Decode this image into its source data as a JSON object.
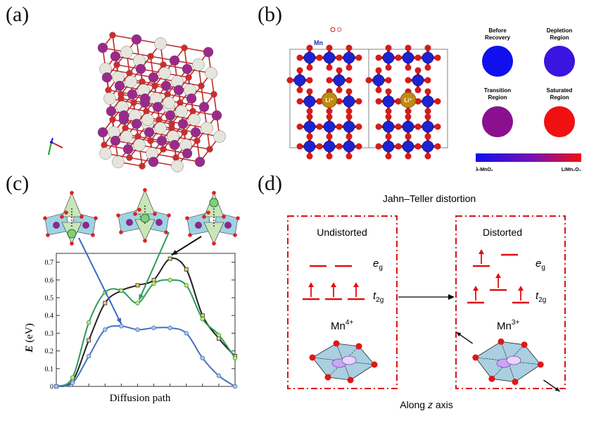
{
  "panels": {
    "a": {
      "label": "(a)"
    },
    "b": {
      "label": "(b)",
      "mn_label": "Mn",
      "o_label": "O",
      "li_label": "Li⁺",
      "states": [
        {
          "line1": "Before",
          "line2": "Recovery",
          "color": "#1010ee"
        },
        {
          "line1": "Depletion",
          "line2": "Region",
          "color": "#3a14e0"
        },
        {
          "line1": "Transition",
          "line2": "Region",
          "color": "#8a1090"
        },
        {
          "line1": "Saturated",
          "line2": "Region",
          "color": "#f01010"
        }
      ],
      "colorbar_left": "λ-MnO₂",
      "colorbar_right": "LiMn₂O₄",
      "colorbar_start": "#1010ee",
      "colorbar_end": "#f01010"
    },
    "c": {
      "label": "(c)",
      "xlabel": "Diffusion path",
      "ylabel_italic": "E",
      "ylabel_unit": "(eV)"
    },
    "d": {
      "label": "(d)",
      "title": "Jahn–Teller distortion",
      "bottom_prefix": "Along ",
      "bottom_axis": "z",
      "bottom_suffix": " axis",
      "left_box": {
        "title": "Undistorted",
        "eg": "e",
        "eg_sub": "g",
        "t2g": "t",
        "t2g_sub": "2g",
        "ion": "Mn",
        "ion_sup": "4+"
      },
      "right_box": {
        "title": "Distorted",
        "eg": "e",
        "eg_sub": "g",
        "t2g": "t",
        "t2g_sub": "2g",
        "ion": "Mn",
        "ion_sup": "3+"
      },
      "accent": "#e01010"
    }
  },
  "chart_data": {
    "type": "line",
    "xlabel": "Diffusion path",
    "ylabel": "E (eV)",
    "ylim": [
      0,
      0.75
    ],
    "yticks": [
      "0",
      "0.1",
      "0.2",
      "0.3",
      "0.4",
      "0.5",
      "0.6",
      "0.7"
    ],
    "series": [
      {
        "color": "#222222",
        "x": [
          0,
          1,
          2,
          3,
          4,
          5,
          6,
          7,
          8,
          9,
          10,
          11
        ],
        "values": [
          0,
          0.03,
          0.26,
          0.47,
          0.54,
          0.57,
          0.6,
          0.72,
          0.66,
          0.4,
          0.27,
          0.17
        ]
      },
      {
        "color": "#2e9a5a",
        "x": [
          0,
          1,
          2,
          3,
          4,
          5,
          6,
          7,
          8,
          9,
          10,
          11
        ],
        "values": [
          0,
          0.05,
          0.36,
          0.53,
          0.54,
          0.47,
          0.58,
          0.6,
          0.57,
          0.38,
          0.29,
          0.16
        ]
      },
      {
        "color": "#4a6fc0",
        "x": [
          0,
          1,
          2,
          3,
          4,
          5,
          6,
          7,
          8,
          9,
          10,
          11
        ],
        "values": [
          0,
          0.02,
          0.17,
          0.32,
          0.34,
          0.32,
          0.33,
          0.33,
          0.3,
          0.16,
          0.06,
          0
        ]
      }
    ]
  }
}
